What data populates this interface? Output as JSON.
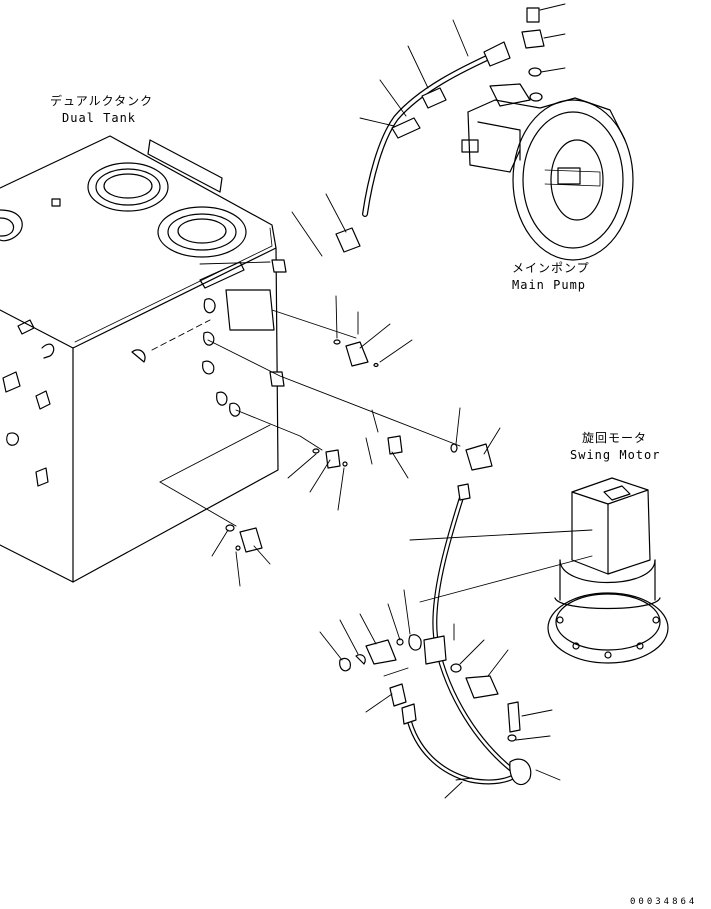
{
  "labels": {
    "dual_tank_jp": "デュアルクタンク",
    "dual_tank_en": "Dual Tank",
    "main_pump_jp": "メインポンプ",
    "main_pump_en": "Main Pump",
    "swing_motor_jp": "旋回モータ",
    "swing_motor_en": "Swing Motor"
  },
  "drawing_number": "00034864",
  "colors": {
    "line": "#000000",
    "background": "#ffffff"
  }
}
